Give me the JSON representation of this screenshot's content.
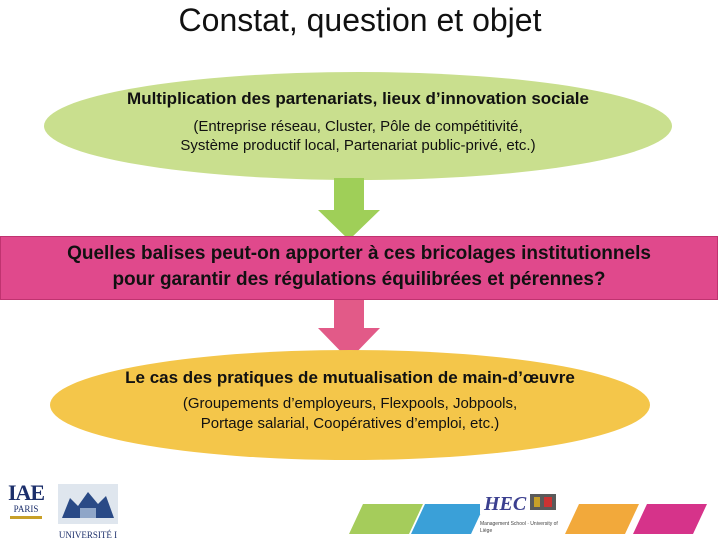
{
  "title": "Constat, question et objet",
  "top_ellipse": {
    "heading": "Multiplication des partenariats, lieux d’innovation sociale",
    "detail_line1": "(Entreprise réseau, Cluster, Pôle de compétitivité,",
    "detail_line2": "Système productif local, Partenariat public-privé, etc.)"
  },
  "banner": {
    "line1": "Quelles balises peut-on apporter à ces bricolages institutionnels",
    "line2": "pour garantir des régulations équilibrées et pérennes?"
  },
  "bottom_ellipse": {
    "heading": "Le cas des pratiques de mutualisation de main-d’œuvre",
    "detail_line1": "(Groupements d’employeurs, Flexpools, Jobpools,",
    "detail_line2": "Portage salarial, Coopératives d’emploi, etc.)"
  },
  "logos": {
    "iae_main": "IAE",
    "iae_sub": "PARIS",
    "univ": "UNIVERSITÉ I",
    "hec": "HEC",
    "hec_sub": "Management School · University of Liège"
  },
  "colors": {
    "green": "#c9df8e",
    "green_arrow": "#9fcf58",
    "pink": "#e0498c",
    "pink_arrow": "#e25a88",
    "orange": "#f4c64a",
    "strip_colors": [
      "#a5cc5b",
      "#3aa0d8",
      "#2f78b8",
      "#f2a93b",
      "#e87c2a",
      "#d6338a"
    ]
  }
}
